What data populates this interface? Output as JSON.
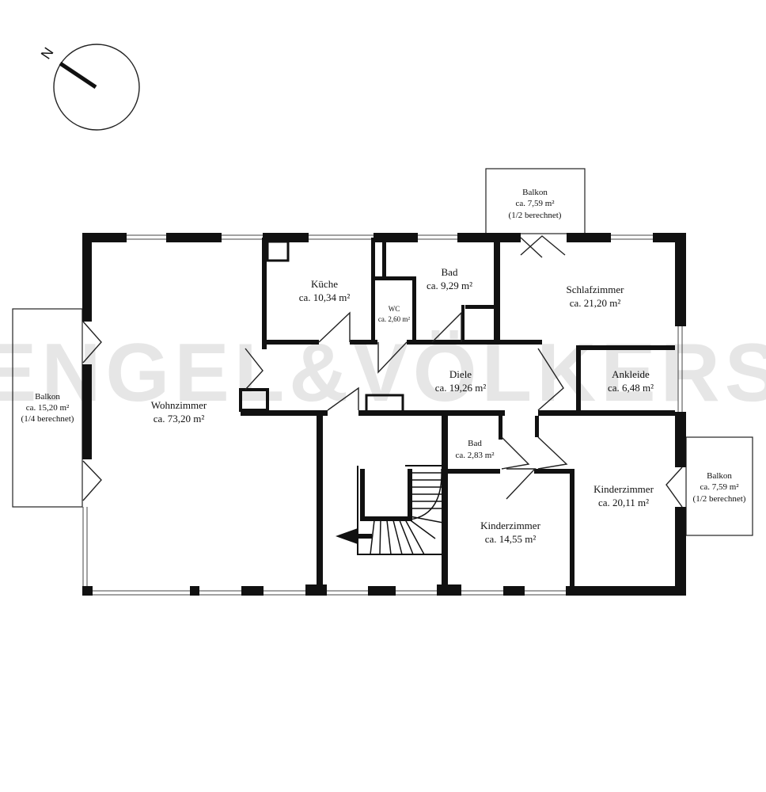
{
  "watermark": "ENGEL&VÖLKERS",
  "compass": {
    "north_label": "N"
  },
  "rooms": [
    {
      "id": "wohnzimmer",
      "lines": [
        "Wohnzimmer",
        "ca. 73,20 m²"
      ]
    },
    {
      "id": "kueche",
      "lines": [
        "Küche",
        "ca. 10,34 m²"
      ]
    },
    {
      "id": "wc",
      "lines": [
        "WC",
        "ca. 2,60 m²"
      ]
    },
    {
      "id": "bad-1",
      "lines": [
        "Bad",
        "ca. 9,29 m²"
      ]
    },
    {
      "id": "schlafzimmer",
      "lines": [
        "Schlafzimmer",
        "ca. 21,20 m²"
      ]
    },
    {
      "id": "diele",
      "lines": [
        "Diele",
        "ca. 19,26 m²"
      ]
    },
    {
      "id": "ankleide",
      "lines": [
        "Ankleide",
        "ca. 6,48 m²"
      ]
    },
    {
      "id": "bad-2",
      "lines": [
        "Bad",
        "ca. 2,83 m²"
      ]
    },
    {
      "id": "kinderzimmer-1",
      "lines": [
        "Kinderzimmer",
        "ca. 14,55 m²"
      ]
    },
    {
      "id": "kinderzimmer-2",
      "lines": [
        "Kinderzimmer",
        "ca. 20,11 m²"
      ]
    },
    {
      "id": "balkon-west",
      "lines": [
        "Balkon",
        "ca. 15,20 m²",
        "(1/4 berechnet)"
      ]
    },
    {
      "id": "balkon-nord",
      "lines": [
        "Balkon",
        "ca. 7,59 m²",
        "(1/2 berechnet)"
      ]
    },
    {
      "id": "balkon-ost",
      "lines": [
        "Balkon",
        "ca. 7,59 m²",
        "(1/2 berechnet)"
      ]
    }
  ]
}
